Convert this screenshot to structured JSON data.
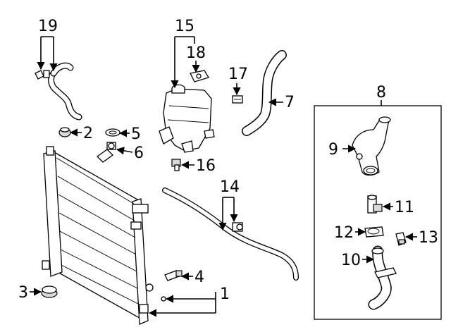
{
  "diagram": {
    "callouts": [
      {
        "id": "c1",
        "label": "1"
      },
      {
        "id": "c2",
        "label": "2"
      },
      {
        "id": "c3",
        "label": "3"
      },
      {
        "id": "c4",
        "label": "4"
      },
      {
        "id": "c5",
        "label": "5"
      },
      {
        "id": "c6",
        "label": "6"
      },
      {
        "id": "c7",
        "label": "7"
      },
      {
        "id": "c8",
        "label": "8"
      },
      {
        "id": "c9",
        "label": "9"
      },
      {
        "id": "c10",
        "label": "10"
      },
      {
        "id": "c11",
        "label": "11"
      },
      {
        "id": "c12",
        "label": "12"
      },
      {
        "id": "c13",
        "label": "13"
      },
      {
        "id": "c14",
        "label": "14"
      },
      {
        "id": "c15",
        "label": "15"
      },
      {
        "id": "c16",
        "label": "16"
      },
      {
        "id": "c17",
        "label": "17"
      },
      {
        "id": "c18",
        "label": "18"
      },
      {
        "id": "c19",
        "label": "19"
      }
    ],
    "colors": {
      "line": "#000000",
      "fill": "#ffffff",
      "shade": "#d9d9d9"
    }
  }
}
